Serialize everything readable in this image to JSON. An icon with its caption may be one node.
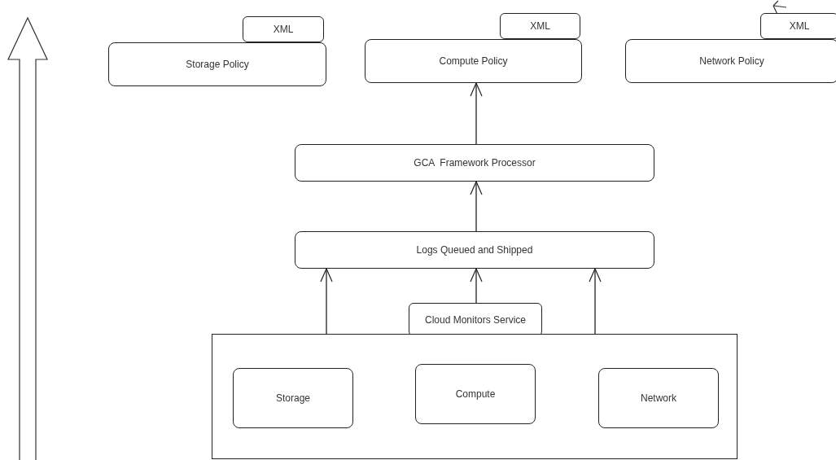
{
  "diagram": {
    "nodes": [
      {
        "text": [
          "Storage Policy"
        ]
      },
      {
        "text": [
          "XML"
        ]
      },
      {
        "text": [
          "Compute Policy"
        ]
      },
      {
        "text": [
          "XML"
        ]
      },
      {
        "text": [
          "Network Policy"
        ]
      },
      {
        "text": [
          "XML"
        ]
      },
      {
        "text": [
          "GCA  Framework Processor"
        ]
      },
      {
        "text": [
          "Logs Queued and Shipped"
        ]
      },
      {
        "text": [
          "Cloud Monitors Service"
        ]
      },
      {
        "text": [],
        "shape": "box"
      },
      {
        "text": [
          "Storage"
        ],
        "in": 9
      },
      {
        "text": [
          "Compute"
        ],
        "in": 9
      },
      {
        "text": [
          "Network"
        ],
        "in": 9
      }
    ],
    "edges": [
      {
        "from": 6,
        "to": 2,
        "arrow": "to"
      },
      {
        "from": 7,
        "to": 6,
        "arrow": "to"
      },
      {
        "from": 8,
        "to": 7,
        "arrow": "to"
      },
      {
        "from": 9,
        "to": 7,
        "arrow": "to"
      },
      {
        "from": 9,
        "to": 7,
        "arrow": "to"
      }
    ]
  }
}
